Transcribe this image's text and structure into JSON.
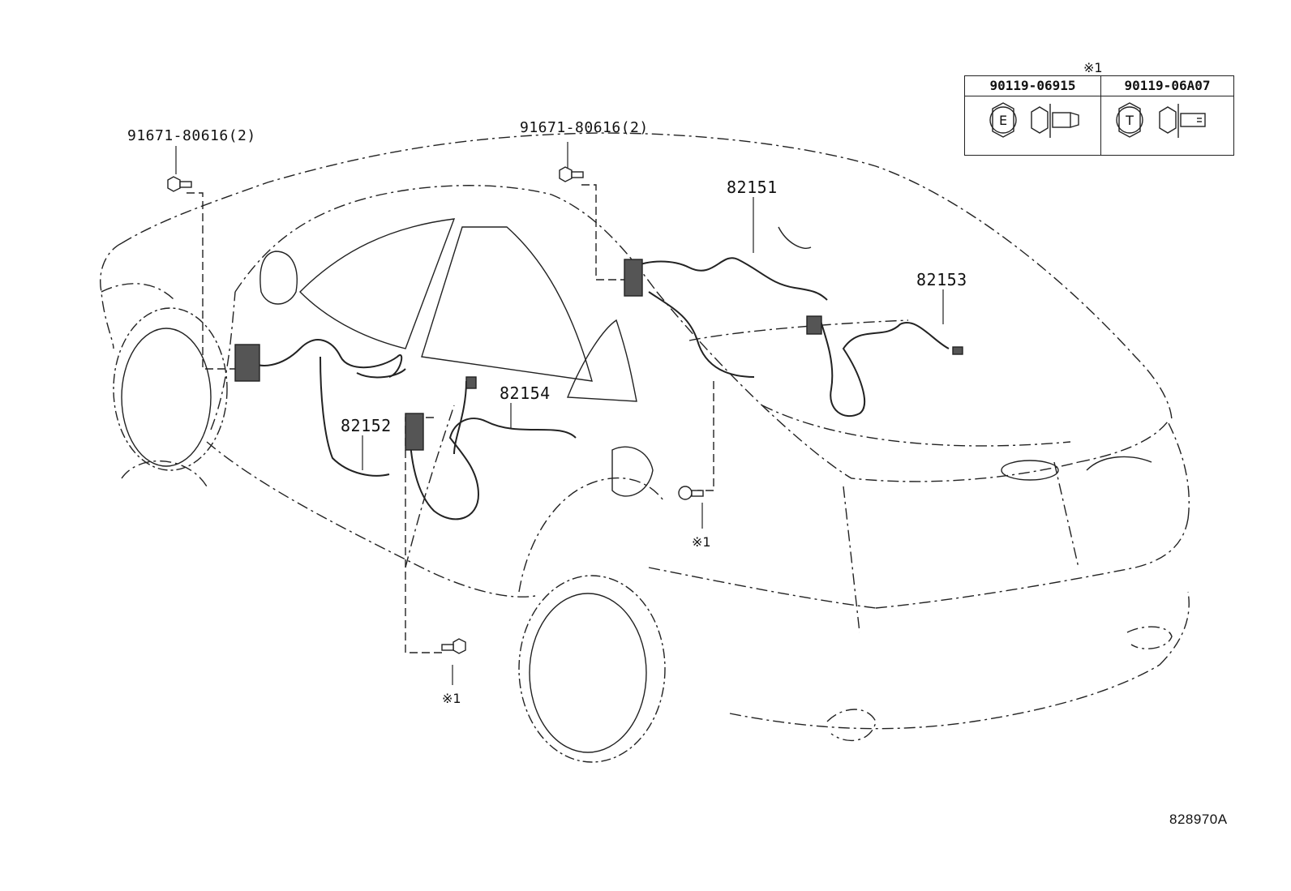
{
  "callouts": {
    "bolt_left": "91671-80616(2)",
    "bolt_center": "91671-80616(2)",
    "harness_82151": "82151",
    "harness_82152": "82152",
    "harness_82153": "82153",
    "harness_82154": "82154",
    "star_mid": "※1",
    "star_bottom": "※1"
  },
  "legend": {
    "marker": "※1",
    "col1_part": "90119-06915",
    "col1_mark": "E",
    "col2_part": "90119-06A07",
    "col2_mark": "T"
  },
  "figure_ref": "828970A"
}
